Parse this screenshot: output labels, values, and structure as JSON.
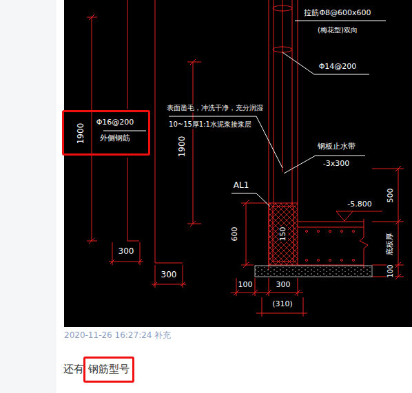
{
  "diagram": {
    "nodes": [
      {
        "text": [
          "1900",
          "Φ16@200",
          "外侧钢筋"
        ]
      },
      {
        "text": [
          "钢筋型号"
        ]
      }
    ],
    "labels": [
      "拉筋Φ8@600x600",
      "(梅花型)双向",
      "Φ14@200",
      "表面凿毛，冲洗干净，充分润湿",
      "10~15厚1:1水泥浆接浆层",
      "钢板止水带",
      "-3x300",
      "1900",
      "AL1",
      "-5.800",
      "500",
      "600",
      "150",
      "底板厚",
      "100",
      "300",
      "300",
      "100",
      "300",
      "(310)",
      "2020-11-26 16:27:24 补充",
      "还有"
    ]
  }
}
